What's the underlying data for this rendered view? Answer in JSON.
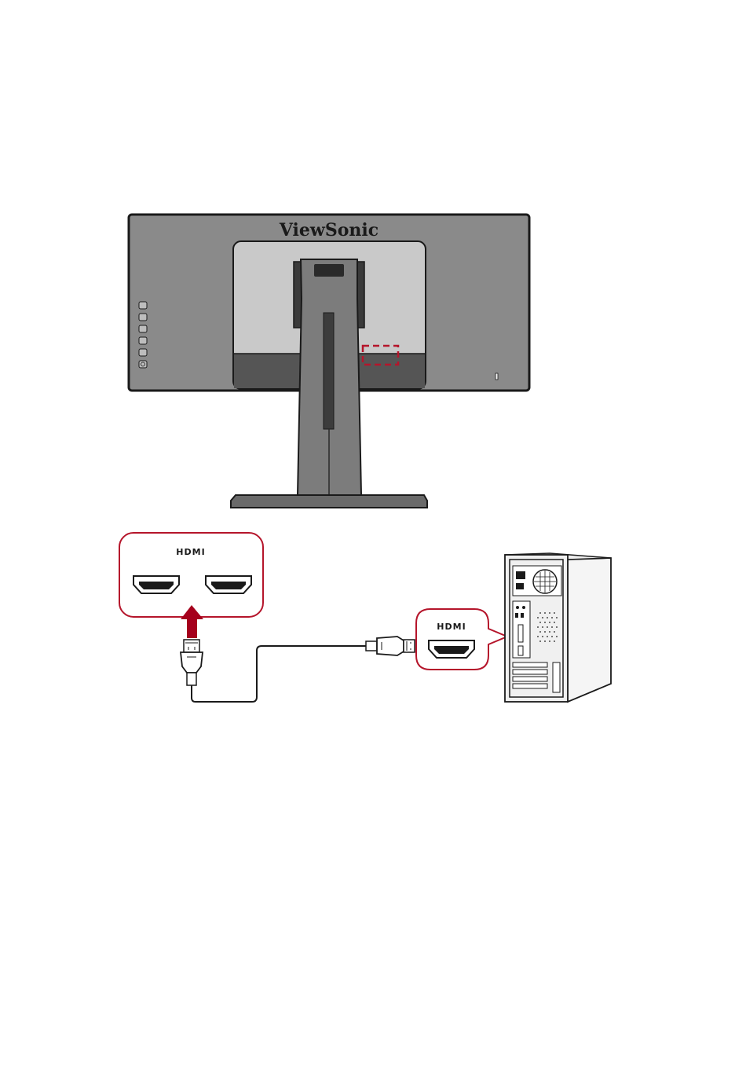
{
  "monitor": {
    "brand": "ViewSonic"
  },
  "monitor_ports_callout": {
    "label": "HDMI"
  },
  "pc_port_callout": {
    "label": "HDMI"
  },
  "colors": {
    "callout_border": "#b5152b",
    "arrow": "#a5001c",
    "monitor_body": "#8a8a8a",
    "monitor_panel": "#c9c9c9",
    "monitor_dark": "#545454",
    "stand": "#7c7c7c",
    "pc_case": "#f2f2f2"
  }
}
